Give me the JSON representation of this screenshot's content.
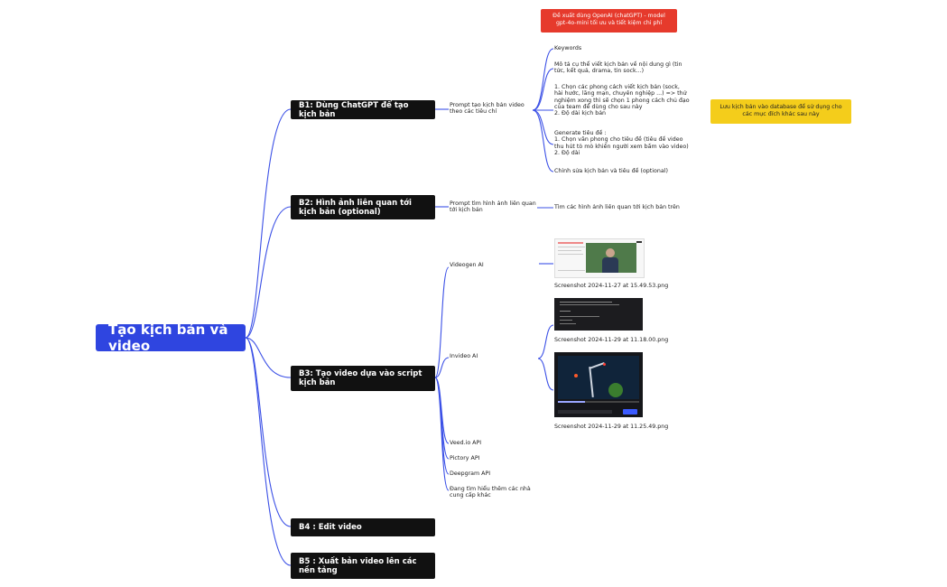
{
  "root": {
    "label": "Tạo kịch bản và video"
  },
  "steps": {
    "b1": "B1: Dùng ChatGPT để tạo kịch bản",
    "b2": "B2: Hình ảnh liên quan tới kịch bản (optional)",
    "b3": "B3: Tạo video dựa vào script kịch bản",
    "b4": "B4 : Edit video",
    "b5": "B5 : Xuất bản video lên các nền tảng"
  },
  "b1": {
    "prompt": "Prompt tạo kịch bản video theo các tiêu chí",
    "keywords": "Keywords",
    "describe": "Mô tả cụ thể viết kịch bản về nội dung gì (tin tức, kết quả, drama, tin sock...)",
    "style": "1. Chọn các phong cách viết kịch bản (sock, hài hước, lăng mạn, chuyên nghiệp ...) => thử nghiệm xong thì sẽ chọn 1 phong cách chủ đạo của team để dùng cho sau này\n2. Độ dài kịch bản",
    "title": "Generate tiêu đề :\n1.  Chọn văn phong cho tiêu đề (tiêu đề video thu hút tò mò khiến người xem bấm vào video)\n2. Độ dài",
    "edit": "Chỉnh sửa kịch bản và tiêu đề (optional)",
    "note_red": "Đề xuất dùng OpenAI (chatGPT) - model gpt-4o-mini tối ưu và tiết kiệm chi phí",
    "note_yellow": "Lưu kịch bản vào database để sử dụng cho các mục đích khác sau này"
  },
  "b2": {
    "prompt": "Prompt tìm hình ảnh liên quan tới kịch bản",
    "find": "Tìm các hình ảnh liên quan tới kịch bản trên"
  },
  "b3": {
    "videogen": "Videogen AI",
    "invideo": "Invideo AI",
    "veed": "Veed.io API",
    "pictory": "Pictory API",
    "deepgram": "Deepgram API",
    "other": "Đang tìm hiểu thêm các nhà cung cấp khác",
    "shot1": "Screenshot 2024-11-27 at 15.49.53.png",
    "shot2": "Screenshot 2024-11-29 at 11.18.00.png",
    "shot3": "Screenshot 2024-11-29 at 11.25.49.png"
  },
  "colors": {
    "root": "#2f45e0",
    "link": "#3b50e6",
    "step": "#111111",
    "red_note": "#e63a2c",
    "yellow_note": "#f4cd1b"
  }
}
